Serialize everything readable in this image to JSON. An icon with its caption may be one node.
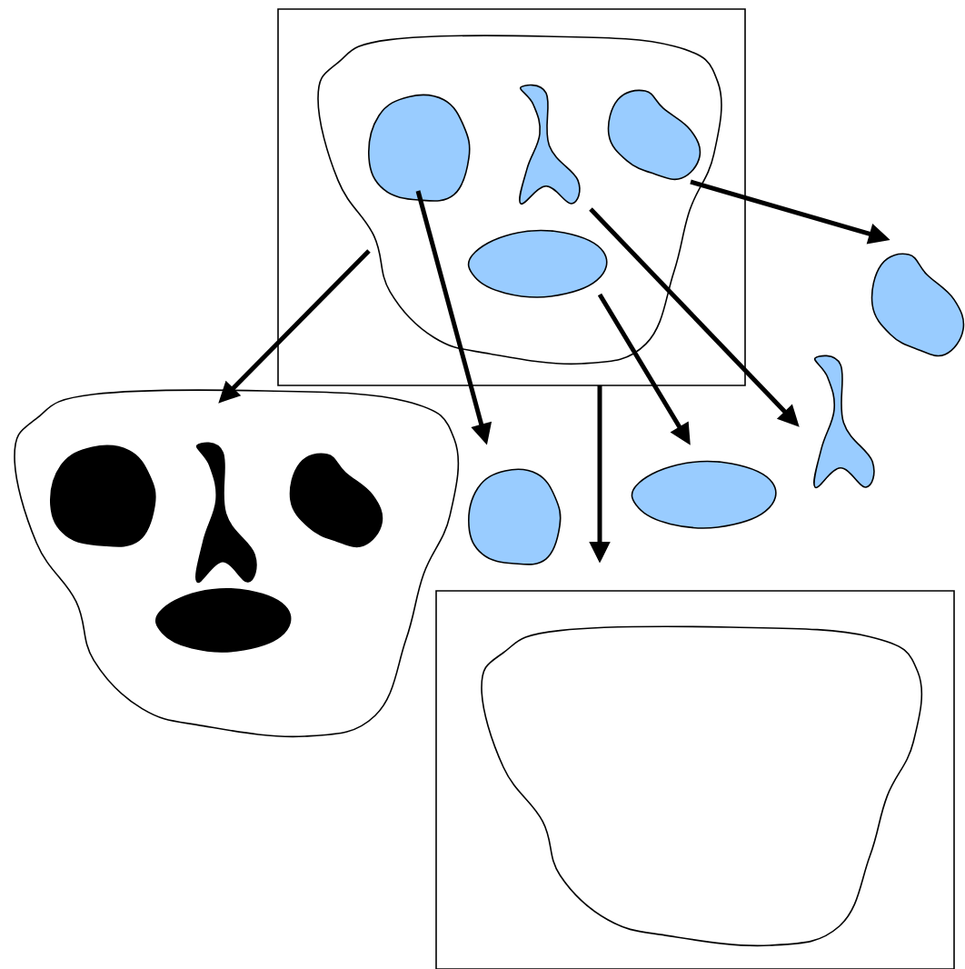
{
  "diagram": {
    "nodes": [
      {
        "text": [],
        "shape": "box"
      },
      {
        "text": [],
        "shape": "blob",
        "in": 0
      },
      {
        "text": [],
        "shape": "blob",
        "in": 1
      },
      {
        "text": [],
        "shape": "blob",
        "in": 1
      },
      {
        "text": [],
        "shape": "blob",
        "in": 1
      },
      {
        "text": [],
        "shape": "blob",
        "in": 1
      },
      {
        "text": [],
        "shape": "blob"
      },
      {
        "text": [],
        "shape": "blob",
        "in": 6
      },
      {
        "text": [],
        "shape": "blob",
        "in": 6
      },
      {
        "text": [],
        "shape": "blob",
        "in": 6
      },
      {
        "text": [],
        "shape": "blob",
        "in": 6
      },
      {
        "text": [],
        "shape": "blob"
      },
      {
        "text": [],
        "shape": "blob"
      },
      {
        "text": [],
        "shape": "blob"
      },
      {
        "text": [],
        "shape": "blob"
      },
      {
        "text": [],
        "shape": "box"
      },
      {
        "text": [],
        "shape": "blob",
        "in": 15
      }
    ],
    "edges": [
      {
        "from": 1,
        "to": 6,
        "arrow": "to"
      },
      {
        "from": 2,
        "to": 11,
        "arrow": "to"
      },
      {
        "from": 5,
        "to": 12,
        "arrow": "to"
      },
      {
        "from": 3,
        "to": 13,
        "arrow": "to"
      },
      {
        "from": 4,
        "to": 14,
        "arrow": "to"
      },
      {
        "from": 0,
        "to": 15,
        "arrow": "to"
      }
    ]
  }
}
